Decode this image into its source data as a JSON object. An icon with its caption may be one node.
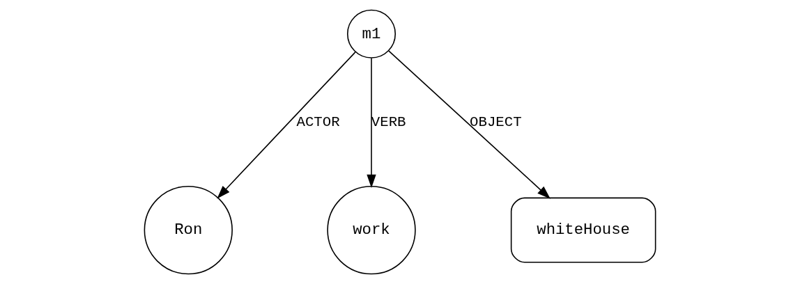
{
  "diagram": {
    "nodes": [
      {
        "text": [
          "m1"
        ]
      },
      {
        "text": [
          "Ron"
        ]
      },
      {
        "text": [
          "work"
        ]
      },
      {
        "text": [
          "whiteHouse"
        ]
      }
    ],
    "edges": [
      {
        "from": 0,
        "to": 1,
        "arrow": "to",
        "label": "ACTOR"
      },
      {
        "from": 0,
        "to": 2,
        "arrow": "to",
        "label": "VERB"
      },
      {
        "from": 0,
        "to": 3,
        "arrow": "to",
        "label": "OBJECT"
      }
    ]
  }
}
